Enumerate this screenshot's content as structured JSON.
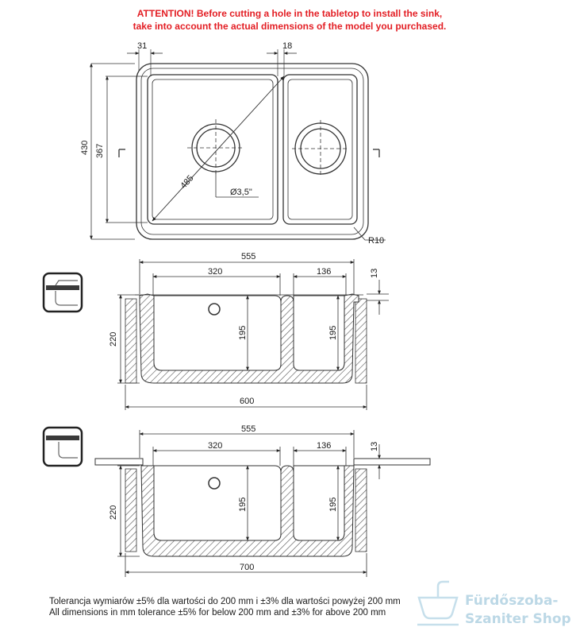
{
  "warning": {
    "line1": "ATTENTION! Before cutting a hole in the tabletop to install the sink,",
    "line2": "take into account the actual dimensions of the model you purchased."
  },
  "top_view": {
    "dim_31": "31",
    "dim_18": "18",
    "dim_430": "430",
    "dim_367": "367",
    "dim_485": "485",
    "dim_drain": "Ø3,5\"",
    "dim_radius": "R10"
  },
  "section_a": {
    "dim_555": "555",
    "dim_320": "320",
    "dim_136": "136",
    "dim_13": "13",
    "dim_220": "220",
    "dim_195_left": "195",
    "dim_195_right": "195",
    "dim_600": "600"
  },
  "section_b": {
    "dim_555": "555",
    "dim_320": "320",
    "dim_136": "136",
    "dim_13": "13",
    "dim_220": "220",
    "dim_195_left": "195",
    "dim_195_right": "195",
    "dim_700": "700"
  },
  "notes": {
    "line1": "Tolerancja wymiarów ±5% dla wartości do 200 mm i ±3% dla wartości powyżej 200 mm",
    "line2": "All dimensions in mm tolerance ±5% for below 200 mm and ±3% for above 200 mm"
  },
  "watermark": {
    "line1": "Fürdőszoba-",
    "line2": "Szaniter Shop"
  }
}
